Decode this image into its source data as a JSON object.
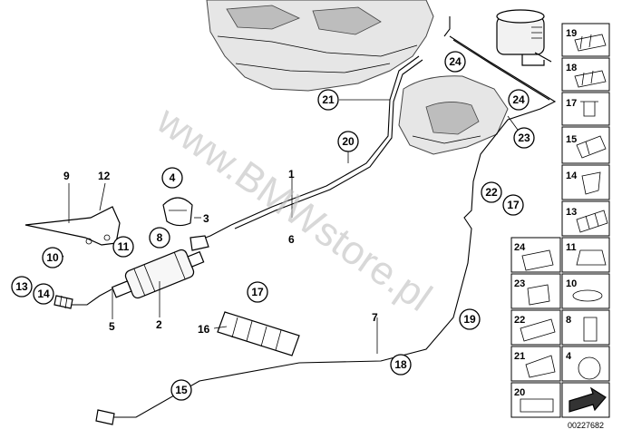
{
  "diagram": {
    "plain_labels": [
      {
        "id": "p1",
        "text": "1"
      },
      {
        "id": "p6",
        "text": "6"
      },
      {
        "id": "p3",
        "text": "3"
      },
      {
        "id": "p9",
        "text": "9"
      },
      {
        "id": "p12",
        "text": "12"
      },
      {
        "id": "p2",
        "text": "2"
      },
      {
        "id": "p5",
        "text": "5"
      },
      {
        "id": "p16",
        "text": "16"
      },
      {
        "id": "p7",
        "text": "7"
      }
    ],
    "circled_labels": [
      {
        "id": "c21",
        "text": "21"
      },
      {
        "id": "c24a",
        "text": "24"
      },
      {
        "id": "c24b",
        "text": "24"
      },
      {
        "id": "c20",
        "text": "20"
      },
      {
        "id": "c23",
        "text": "23"
      },
      {
        "id": "c22",
        "text": "22"
      },
      {
        "id": "c17a",
        "text": "17"
      },
      {
        "id": "c4",
        "text": "4"
      },
      {
        "id": "c8",
        "text": "8"
      },
      {
        "id": "c11",
        "text": "11"
      },
      {
        "id": "c10",
        "text": "10"
      },
      {
        "id": "c13",
        "text": "13"
      },
      {
        "id": "c14",
        "text": "14"
      },
      {
        "id": "c17b",
        "text": "17"
      },
      {
        "id": "c19",
        "text": "19"
      },
      {
        "id": "c18",
        "text": "18"
      },
      {
        "id": "c15",
        "text": "15"
      }
    ],
    "parts_panel": [
      {
        "left": "19",
        "right": ""
      },
      {
        "left": "18",
        "right": ""
      },
      {
        "left": "17",
        "right": ""
      },
      {
        "left": "15",
        "right": ""
      },
      {
        "left": "14",
        "right": ""
      },
      {
        "left": "13",
        "right": ""
      },
      {
        "left": "24",
        "right": "11"
      },
      {
        "left": "23",
        "right": "10"
      },
      {
        "left": "22",
        "right": "8"
      },
      {
        "left": "21",
        "right": "4"
      },
      {
        "left": "20",
        "right": ""
      }
    ],
    "reference_number": "00227682",
    "watermark": "www.BMWstore.pl"
  }
}
